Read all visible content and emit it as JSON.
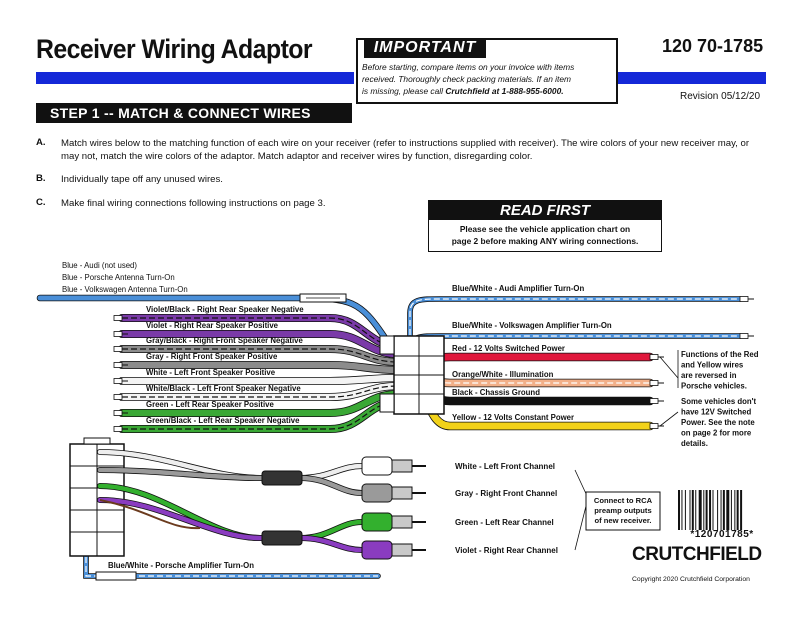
{
  "header": {
    "title": "Receiver Wiring Adaptor",
    "part_number": "120 70-1785",
    "revision": "Revision 05/12/20"
  },
  "important": {
    "tag": "IMPORTANT",
    "line1": "Before starting, compare items on your invoice with items",
    "line2": "received.  Thoroughly check packing materials.  If an item",
    "line3_prefix": "is missing, please call ",
    "line3_bold": "Crutchfield at 1-888-955-6000."
  },
  "step": {
    "title": "STEP 1 -- MATCH & CONNECT WIRES"
  },
  "instructions": [
    {
      "letter": "A.",
      "text": "Match wires below to the matching function of each wire on your receiver (refer to instructions supplied with receiver).  The wire colors of your new receiver may, or may not, match the wire colors of the adaptor.  Match adaptor and receiver wires by function, disregarding color."
    },
    {
      "letter": "B.",
      "text": "Individually tape off any unused wires."
    },
    {
      "letter": "C.",
      "text": "Make final wiring connections following instructions on page 3."
    }
  ],
  "read_first": {
    "tag": "READ FIRST",
    "line1": "Please see the vehicle application chart on",
    "line2": "page 2 before making ANY wiring connections."
  },
  "left_wires": {
    "blue_lines": [
      "Blue - Audi (not used)",
      "Blue - Porsche Antenna Turn-On",
      "Blue - Volkswagen Antenna Turn-On"
    ],
    "items": [
      {
        "label": "Violet/Black - Right Rear Speaker Negative",
        "color": "#7a3aa8",
        "stripe": "#111111"
      },
      {
        "label": "Violet - Right Rear Speaker Positive",
        "color": "#7a3aa8",
        "stripe": ""
      },
      {
        "label": "Gray/Black - Right Front Speaker Negative",
        "color": "#8c8c8c",
        "stripe": "#111111"
      },
      {
        "label": "Gray - Right Front Speaker Positive",
        "color": "#8c8c8c",
        "stripe": ""
      },
      {
        "label": "White - Left Front Speaker Positive",
        "color": "#f4f4f4",
        "stripe": ""
      },
      {
        "label": "White/Black - Left Front Speaker Negative",
        "color": "#f4f4f4",
        "stripe": "#111111"
      },
      {
        "label": "Green - Left Rear Speaker Positive",
        "color": "#3aa835",
        "stripe": ""
      },
      {
        "label": "Green/Black - Left Rear Speaker Negative",
        "color": "#3aa835",
        "stripe": "#111111"
      }
    ]
  },
  "right_wires": [
    {
      "label": "Blue/White - Audi Amplifier Turn-On",
      "color": "#4a8fd8",
      "stripe": "#ffffff"
    },
    {
      "label": "Blue/White - Volkswagen Amplifier Turn-On",
      "color": "#4a8fd8",
      "stripe": "#ffffff"
    },
    {
      "label": "Red - 12 Volts Switched Power",
      "color": "#e0183c",
      "stripe": ""
    },
    {
      "label": "Orange/White - Illumination",
      "color": "#f2b089",
      "stripe": "#ffffff"
    },
    {
      "label": "Black - Chassis Ground",
      "color": "#111111",
      "stripe": ""
    },
    {
      "label": "Yellow - 12 Volts Constant Power",
      "color": "#f2d21a",
      "stripe": ""
    }
  ],
  "note_red_yellow": [
    "Functions of the Red",
    "and Yellow wires",
    "are reversed in",
    "Porsche vehicles."
  ],
  "note_switched": [
    "Some vehicles don't",
    "have 12V Switched",
    "Power.  See the note",
    "on page 2 for more",
    "details."
  ],
  "rca_channels": [
    {
      "label": "White - Left Front Channel",
      "color": "#ffffff"
    },
    {
      "label": "Gray - Right Front Channel",
      "color": "#9a9a9a"
    },
    {
      "label": "Green - Left Rear Channel",
      "color": "#33b02e"
    },
    {
      "label": "Violet - Right Rear Channel",
      "color": "#8a3cc0"
    }
  ],
  "rca_note": [
    "Connect to RCA",
    "preamp outputs",
    "of new receiver."
  ],
  "porsche_amp": "Blue/White - Porsche Amplifier Turn-On",
  "barcode_text": "*120701785*",
  "brand": "CRUTCHFIELD",
  "copyright": "Copyright 2020  Crutchfield Corporation",
  "colors": {
    "accent_blue": "#1428d8",
    "wire_blue": "#4a8fd8"
  }
}
